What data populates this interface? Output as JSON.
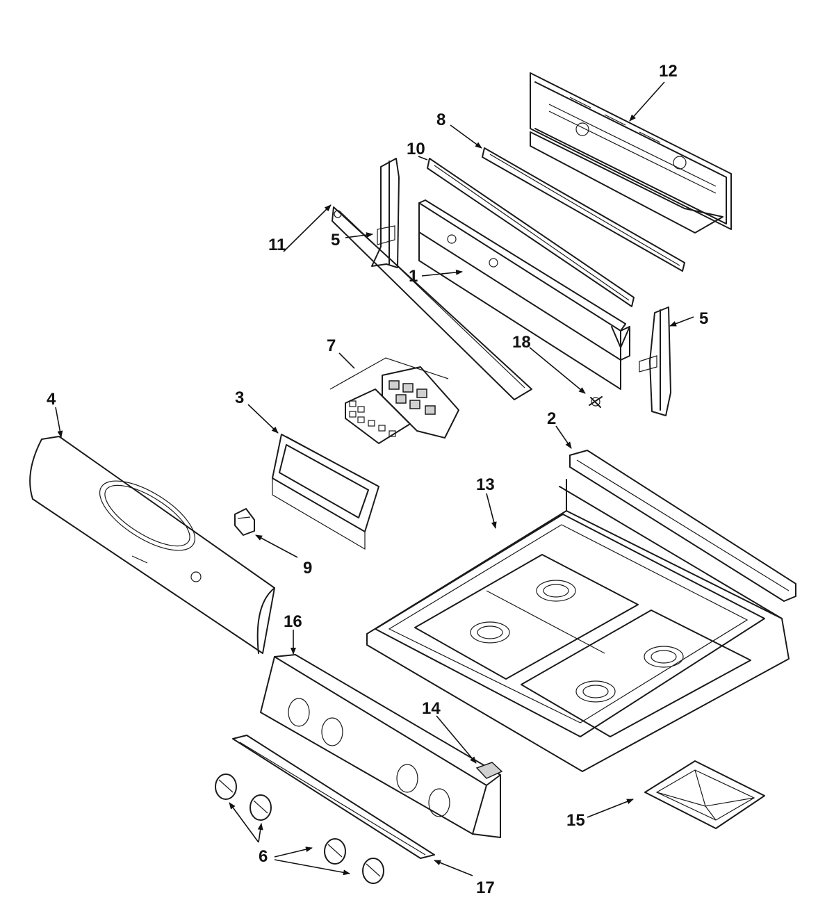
{
  "callouts": [
    {
      "id": "c1",
      "text": "1"
    },
    {
      "id": "c2",
      "text": "2"
    },
    {
      "id": "c3",
      "text": "3"
    },
    {
      "id": "c4",
      "text": "4"
    },
    {
      "id": "c5a",
      "text": "5"
    },
    {
      "id": "c5b",
      "text": "5"
    },
    {
      "id": "c6",
      "text": "6"
    },
    {
      "id": "c7",
      "text": "7"
    },
    {
      "id": "c8",
      "text": "8"
    },
    {
      "id": "c9",
      "text": "9"
    },
    {
      "id": "c10",
      "text": "10"
    },
    {
      "id": "c11",
      "text": "11"
    },
    {
      "id": "c12",
      "text": "12"
    },
    {
      "id": "c13",
      "text": "13"
    },
    {
      "id": "c14",
      "text": "14"
    },
    {
      "id": "c15",
      "text": "15"
    },
    {
      "id": "c16",
      "text": "16"
    },
    {
      "id": "c17",
      "text": "17"
    },
    {
      "id": "c18",
      "text": "18"
    }
  ]
}
